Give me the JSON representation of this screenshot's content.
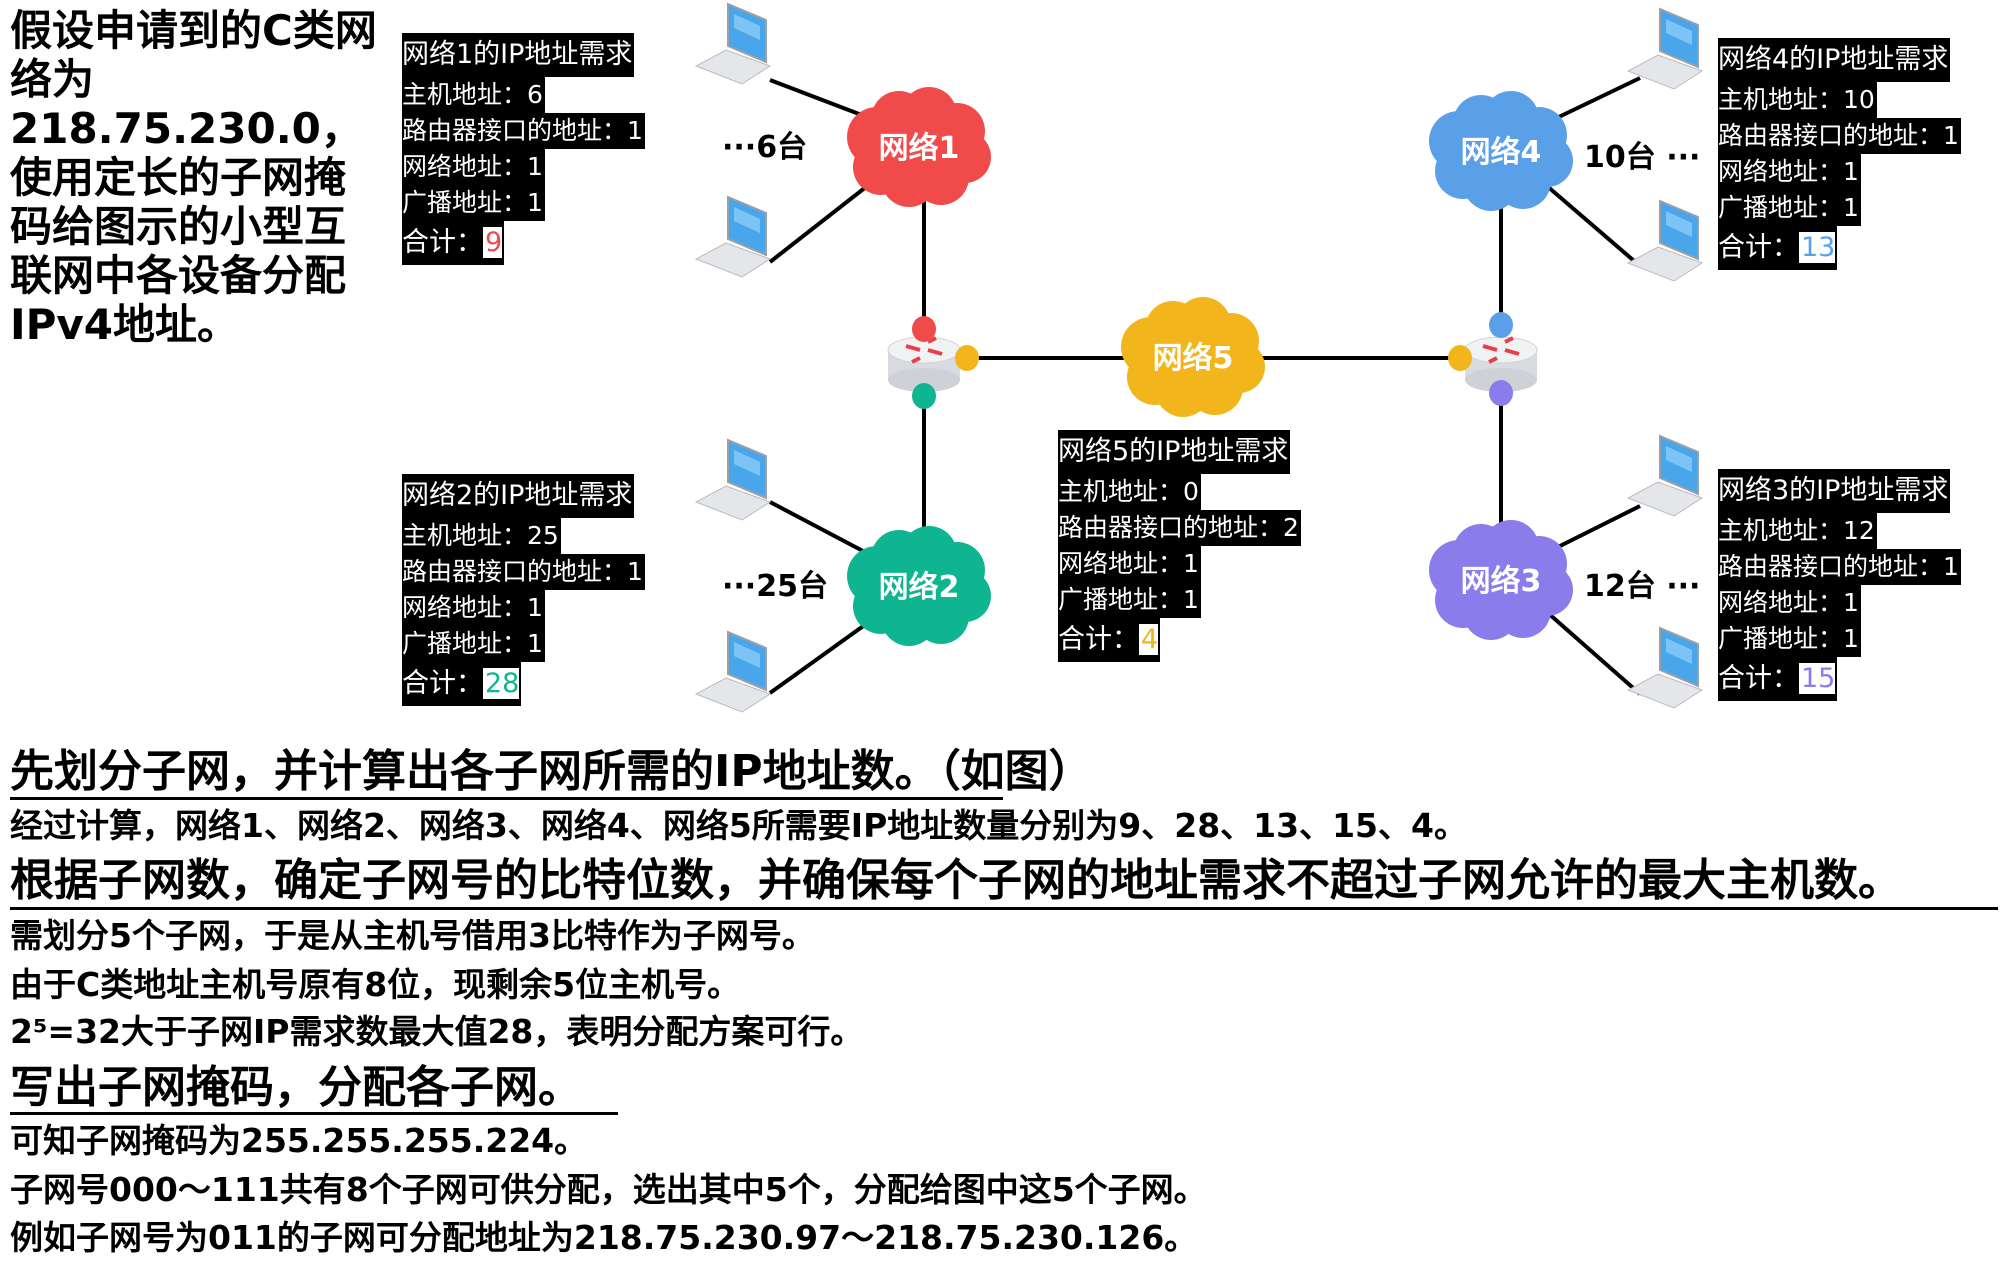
{
  "intro": "假设申请到的C类网络为218.75.230.0，使用定长的子网掩码给图示的小型互联网中各设备分配IPv4地址。",
  "colors": {
    "net1": "#f04a4a",
    "net2": "#0fb590",
    "net3": "#8b7cec",
    "net4": "#5aa0e8",
    "net5": "#f2b51c"
  },
  "networks": {
    "net1": {
      "label": "网络1",
      "count": "···6台",
      "title": "网络1的IP地址需求",
      "host": "主机地址：6",
      "router": "路由器接口的地址：1",
      "network": "网络地址：1",
      "broadcast": "广播地址：1",
      "total_label": "合计：",
      "total": "9"
    },
    "net2": {
      "label": "网络2",
      "count": "···25台",
      "title": "网络2的IP地址需求",
      "host": "主机地址：25",
      "router": "路由器接口的地址：1",
      "network": "网络地址：1",
      "broadcast": "广播地址：1",
      "total_label": "合计：",
      "total": "28"
    },
    "net3": {
      "label": "网络3",
      "count": "12台 ···",
      "title": "网络3的IP地址需求",
      "host": "主机地址：12",
      "router": "路由器接口的地址：1",
      "network": "网络地址：1",
      "broadcast": "广播地址：1",
      "total_label": "合计：",
      "total": "15"
    },
    "net4": {
      "label": "网络4",
      "count": "10台 ···",
      "title": "网络4的IP地址需求",
      "host": "主机地址：10",
      "router": "路由器接口的地址：1",
      "network": "网络地址：1",
      "broadcast": "广播地址：1",
      "total_label": "合计：",
      "total": "13"
    },
    "net5": {
      "label": "网络5",
      "title": "网络5的IP地址需求",
      "host": "主机地址：0",
      "router": "路由器接口的地址：2",
      "network": "网络地址：1",
      "broadcast": "广播地址：1",
      "total_label": "合计：",
      "total": "4"
    }
  },
  "steps": {
    "h1": "先划分子网，并计算出各子网所需的IP地址数。（如图）",
    "p1": "经过计算，网络1、网络2、网络3、网络4、网络5所需要IP地址数量分别为9、28、13、15、4。",
    "h2": "根据子网数，确定子网号的比特位数，并确保每个子网的地址需求不超过子网允许的最大主机数。",
    "p2": "需划分5个子网，于是从主机号借用3比特作为子网号。",
    "p3": "由于C类地址主机号原有8位，现剩余5位主机号。",
    "p4": "2⁵=32大于子网IP需求数最大值28，表明分配方案可行。",
    "h3": "写出子网掩码，分配各子网。",
    "p5": "可知子网掩码为255.255.255.224。",
    "p6": "子网号000～111共有8个子网可供分配，选出其中5个，分配给图中这5个子网。",
    "p7": "例如子网号为011的子网可分配地址为218.75.230.97～218.75.230.126。"
  }
}
